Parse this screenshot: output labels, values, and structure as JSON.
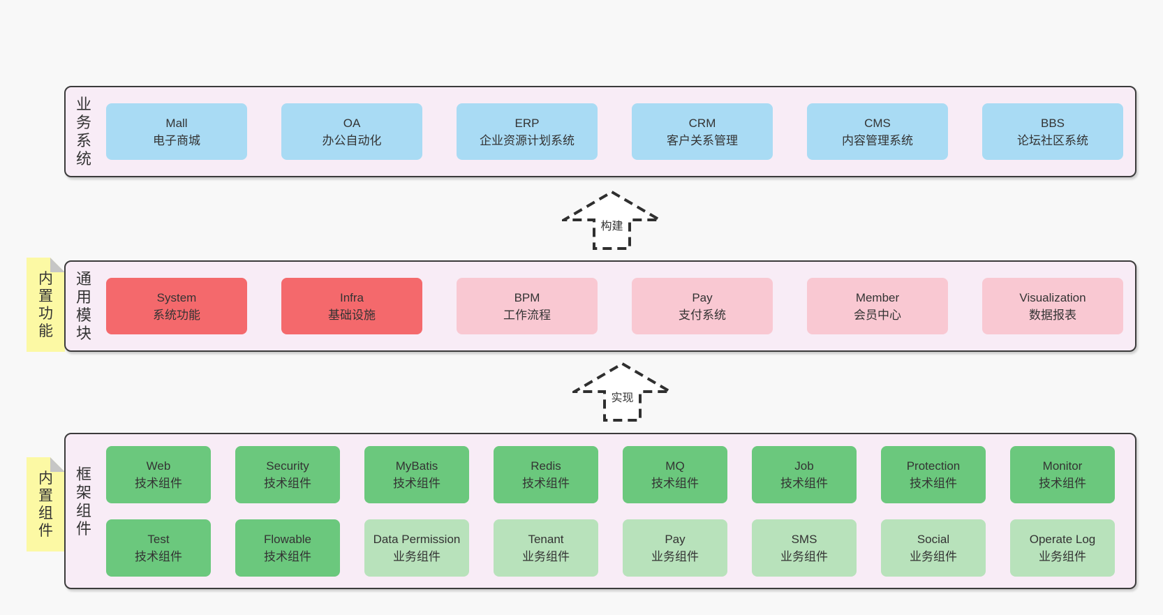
{
  "diagram": {
    "rows": [
      {
        "label": "业务系统",
        "boxes": [
          {
            "title": "Mall",
            "subtitle": "电子商城"
          },
          {
            "title": "OA",
            "subtitle": "办公自动化"
          },
          {
            "title": "ERP",
            "subtitle": "企业资源计划系统"
          },
          {
            "title": "CRM",
            "subtitle": "客户关系管理"
          },
          {
            "title": "CMS",
            "subtitle": "内容管理系统"
          },
          {
            "title": "BBS",
            "subtitle": "论坛社区系统"
          }
        ]
      },
      {
        "label": "通用模块",
        "sticky": "内置功能",
        "boxes": [
          {
            "title": "System",
            "subtitle": "系统功能"
          },
          {
            "title": "Infra",
            "subtitle": "基础设施"
          },
          {
            "title": "BPM",
            "subtitle": "工作流程"
          },
          {
            "title": "Pay",
            "subtitle": "支付系统"
          },
          {
            "title": "Member",
            "subtitle": "会员中心"
          },
          {
            "title": "Visualization",
            "subtitle": "数据报表"
          }
        ]
      },
      {
        "label": "框架组件",
        "sticky": "内置组件",
        "boxes_row1": [
          {
            "title": "Web",
            "subtitle": "技术组件"
          },
          {
            "title": "Security",
            "subtitle": "技术组件"
          },
          {
            "title": "MyBatis",
            "subtitle": "技术组件"
          },
          {
            "title": "Redis",
            "subtitle": "技术组件"
          },
          {
            "title": "MQ",
            "subtitle": "技术组件"
          },
          {
            "title": "Job",
            "subtitle": "技术组件"
          },
          {
            "title": "Protection",
            "subtitle": "技术组件"
          },
          {
            "title": "Monitor",
            "subtitle": "技术组件"
          }
        ],
        "boxes_row2": [
          {
            "title": "Test",
            "subtitle": "技术组件"
          },
          {
            "title": "Flowable",
            "subtitle": "技术组件"
          },
          {
            "title": "Data Permission",
            "subtitle": "业务组件"
          },
          {
            "title": "Tenant",
            "subtitle": "业务组件"
          },
          {
            "title": "Pay",
            "subtitle": "业务组件"
          },
          {
            "title": "SMS",
            "subtitle": "业务组件"
          },
          {
            "title": "Social",
            "subtitle": "业务组件"
          },
          {
            "title": "Operate Log",
            "subtitle": "业务组件"
          }
        ]
      }
    ],
    "arrows": [
      {
        "label": "构建"
      },
      {
        "label": "实现"
      }
    ],
    "colors": {
      "page_bg": "#f8f8f8",
      "panel_bg": "#f8ecf6",
      "panel_border": "#3b3b3b",
      "box_blue": "#a9dbf4",
      "box_red": "#f4696c",
      "box_pink": "#f9c8d2",
      "box_green": "#6bc87d",
      "box_light_green": "#b8e2bb",
      "sticky_yellow": "#fcf9a4",
      "sticky_fold": "#c6c6c6",
      "text": "#333333",
      "arrow_stroke": "#2f2f2f"
    }
  }
}
